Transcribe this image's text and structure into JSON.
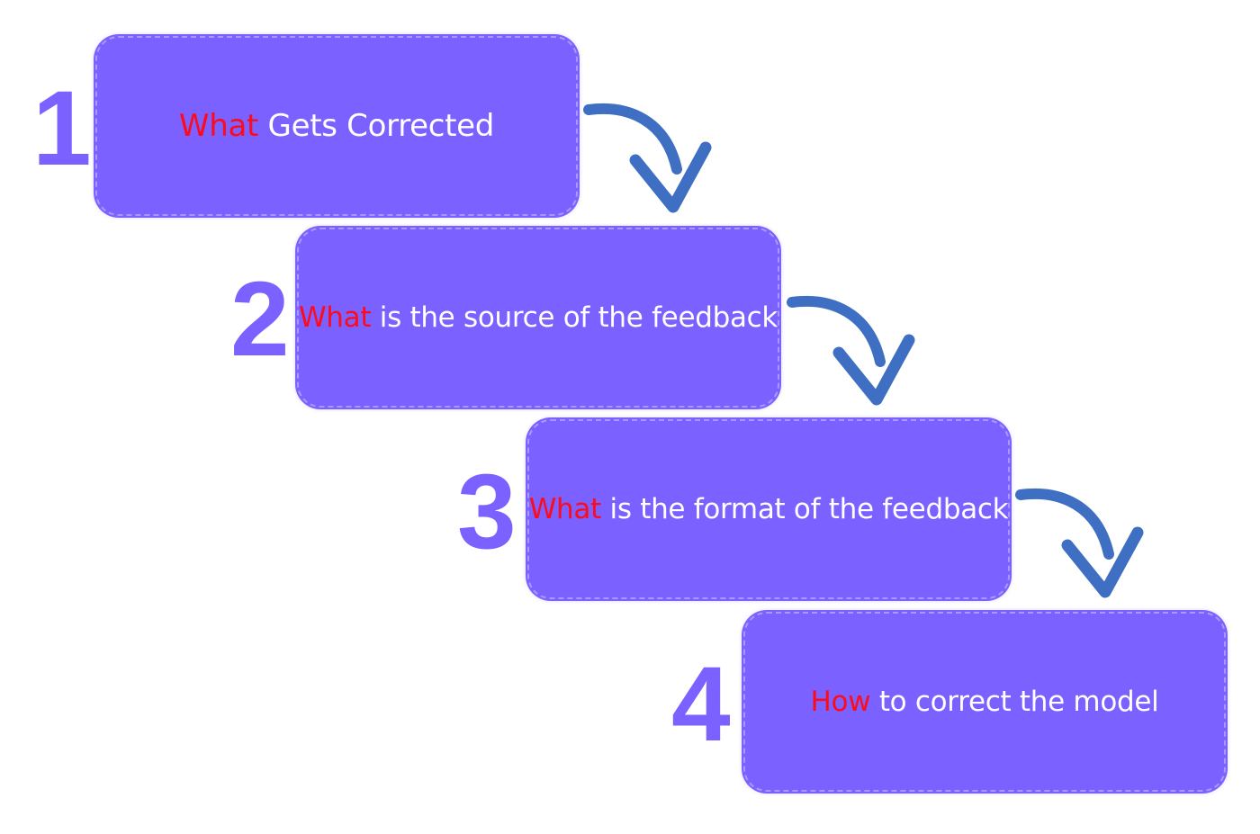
{
  "steps": [
    {
      "number": "1",
      "keyword": "What",
      "text": " Gets Corrected"
    },
    {
      "number": "2",
      "keyword": "What",
      "text": " is the source of the feedback"
    },
    {
      "number": "3",
      "keyword": "What",
      "text": " is the format of the feedback"
    },
    {
      "number": "4",
      "keyword": "How",
      "text": " to correct the model"
    }
  ],
  "colors": {
    "box": "#7b61ff",
    "number": "#7b61ff",
    "keyword": "#ff0a1a",
    "text": "#ffffff",
    "arrow": "#3f6fc2"
  }
}
